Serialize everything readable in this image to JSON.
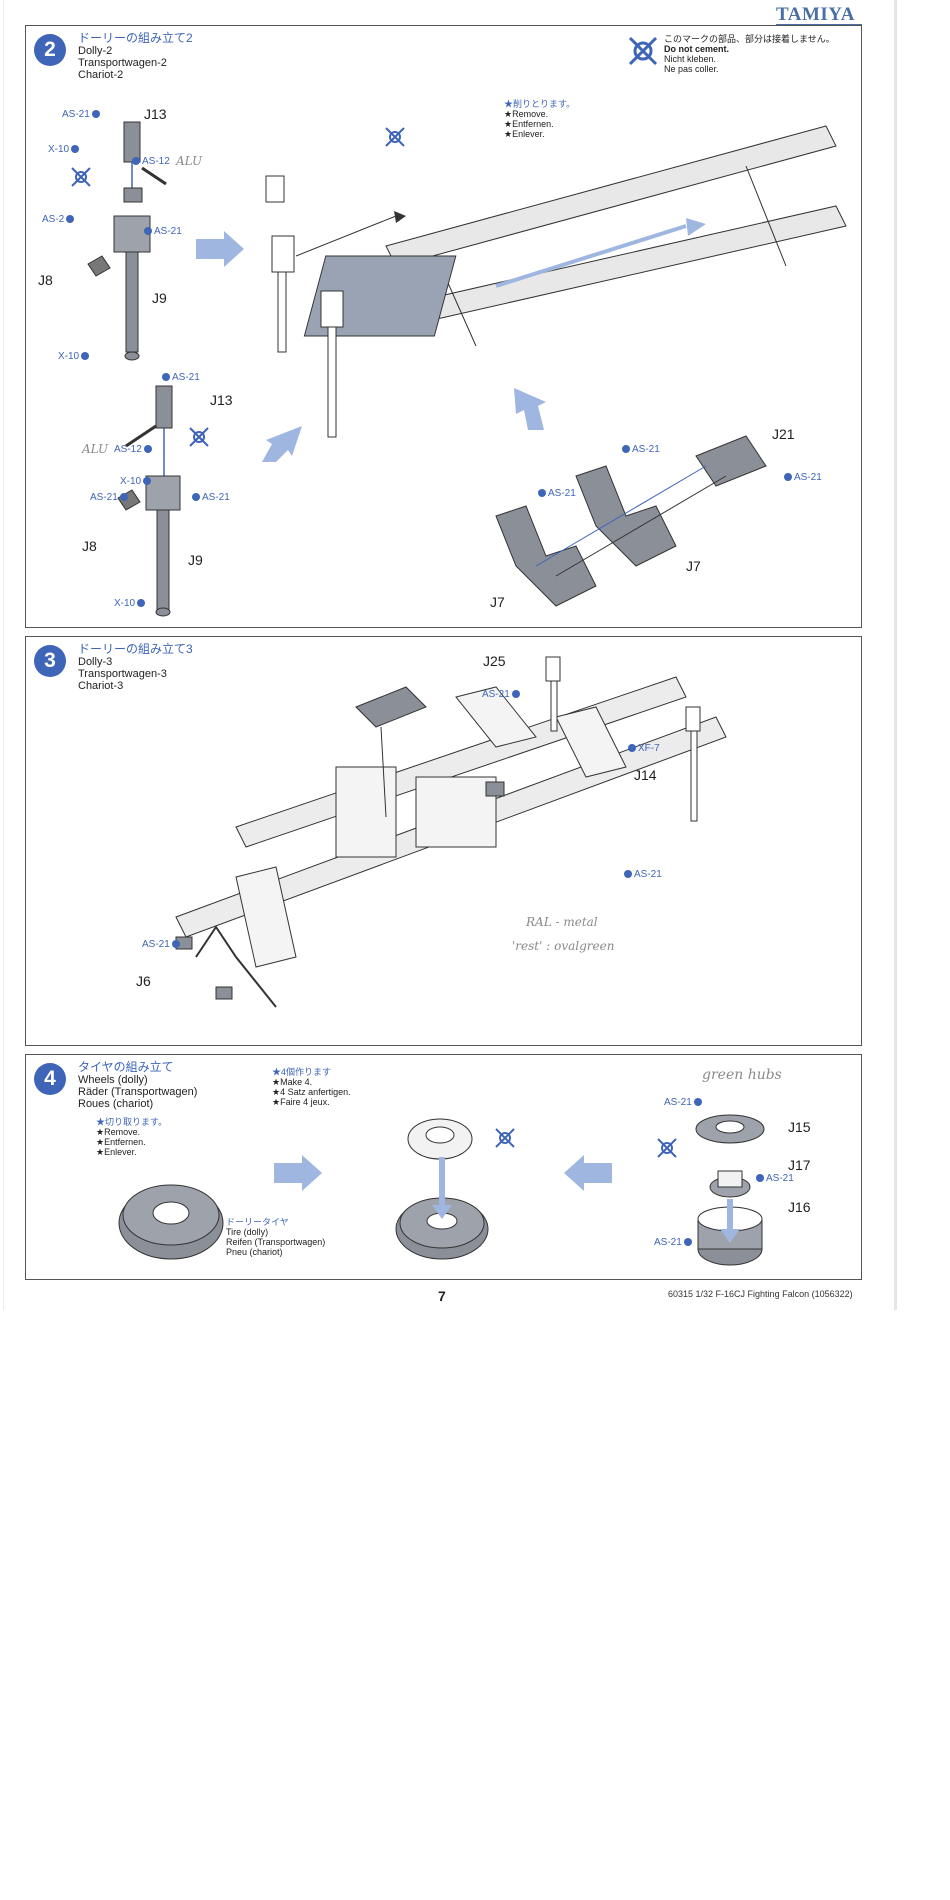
{
  "brand": "TAMIYA",
  "step2": {
    "number": "2",
    "title_jp": "ドーリーの組み立て2",
    "title_en": "Dolly-2",
    "title_de": "Transportwagen-2",
    "title_fr": "Chariot-2",
    "no_cement": {
      "jp": "このマークの部品、部分は接着しません。",
      "en": "Do not cement.",
      "de": "Nicht kleben.",
      "fr": "Ne pas coller."
    },
    "remove": {
      "jp": "★削りとります。",
      "en": "★Remove.",
      "de": "★Entfernen.",
      "fr": "★Enlever."
    },
    "labels": {
      "as21": "AS-21",
      "x10": "X-10",
      "as12": "AS-12",
      "as2": "AS-2",
      "j13": "J13",
      "j8": "J8",
      "j9": "J9",
      "j21": "J21",
      "j7": "J7"
    },
    "handwriting": "ALU"
  },
  "step3": {
    "number": "3",
    "title_jp": "ドーリーの組み立て3",
    "title_en": "Dolly-3",
    "title_de": "Transportwagen-3",
    "title_fr": "Chariot-3",
    "labels": {
      "j25": "J25",
      "as21": "AS-21",
      "xf7": "XF-7",
      "j14": "J14",
      "j6": "J6"
    },
    "handwriting_1": "RAL - metal",
    "handwriting_2": "'rest' : ovalgreen"
  },
  "step4": {
    "number": "4",
    "title_jp": "タイヤの組み立て",
    "title_en": "Wheels (dolly)",
    "title_de": "Räder (Transportwagen)",
    "title_fr": "Roues (chariot)",
    "make4": {
      "jp": "★4個作ります",
      "en": "★Make 4.",
      "de": "★4 Satz anfertigen.",
      "fr": "★Faire 4 jeux."
    },
    "remove": {
      "jp": "★切り取ります。",
      "en": "★Remove.",
      "de": "★Entfernen.",
      "fr": "★Enlever."
    },
    "tire": {
      "jp": "ドーリータイヤ",
      "en": "Tire (dolly)",
      "de": "Reifen (Transportwagen)",
      "fr": "Pneu (chariot)"
    },
    "labels": {
      "as21": "AS-21",
      "j15": "J15",
      "j17": "J17",
      "j16": "J16"
    },
    "handwriting": "green hubs"
  },
  "footer": {
    "page_number": "7",
    "code": "60315  1/32 F-16CJ Fighting Falcon (1056322)"
  },
  "colors": {
    "accent": "#3e65b8",
    "line": "#444444"
  }
}
